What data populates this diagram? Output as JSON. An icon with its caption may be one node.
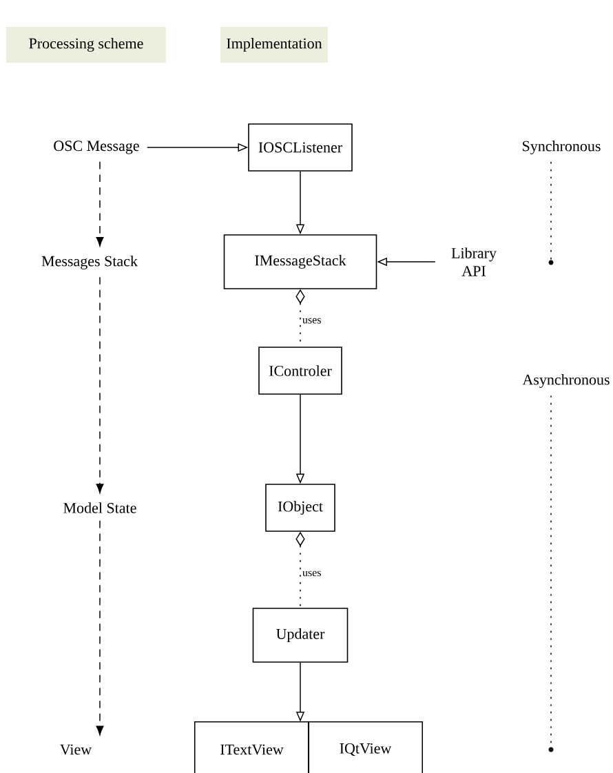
{
  "diagram": {
    "nodes": [
      {
        "text": [
          "Processing scheme"
        ]
      },
      {
        "text": [
          "Implementation"
        ]
      },
      {
        "text": [
          "OSC Message"
        ]
      },
      {
        "text": [
          "IOSCListener"
        ]
      },
      {
        "text": [
          "Synchronous"
        ]
      },
      {
        "text": [
          "Messages Stack"
        ]
      },
      {
        "text": [
          "IMessageStack"
        ]
      },
      {
        "text": [
          "Library API"
        ]
      },
      {
        "text": [],
        "shape": "circle"
      },
      {
        "text": [
          "IControler"
        ]
      },
      {
        "text": [
          "Asynchronous"
        ]
      },
      {
        "text": [
          "Model State"
        ]
      },
      {
        "text": [
          "IObject"
        ]
      },
      {
        "text": [
          "Updater"
        ]
      },
      {
        "text": [
          "View"
        ]
      },
      {
        "text": [
          "ITextView"
        ]
      },
      {
        "text": [
          "IQtView"
        ]
      },
      {
        "text": [],
        "shape": "circle"
      }
    ],
    "edges": [
      {
        "from": 2,
        "to": 3,
        "arrow": "to"
      },
      {
        "from": 3,
        "to": 6,
        "arrow": "to"
      },
      {
        "from": 7,
        "to": 6,
        "arrow": "to"
      },
      {
        "from": 6,
        "to": 9,
        "arrow": "other",
        "style": "dashed",
        "label": "uses"
      },
      {
        "from": 9,
        "to": 12,
        "arrow": "to"
      },
      {
        "from": 12,
        "to": 13,
        "arrow": "other",
        "style": "dashed",
        "label": "uses"
      },
      {
        "from": 13,
        "to": 15,
        "arrow": "to"
      },
      {
        "from": 2,
        "to": 5,
        "arrow": "to",
        "style": "dashed"
      },
      {
        "from": 5,
        "to": 11,
        "arrow": "to",
        "style": "dashed"
      },
      {
        "from": 11,
        "to": 14,
        "arrow": "to",
        "style": "dashed"
      },
      {
        "from": 4,
        "to": 8,
        "arrow": "none",
        "style": "dashed"
      },
      {
        "from": 10,
        "to": 17,
        "arrow": "none",
        "style": "dashed"
      }
    ]
  }
}
